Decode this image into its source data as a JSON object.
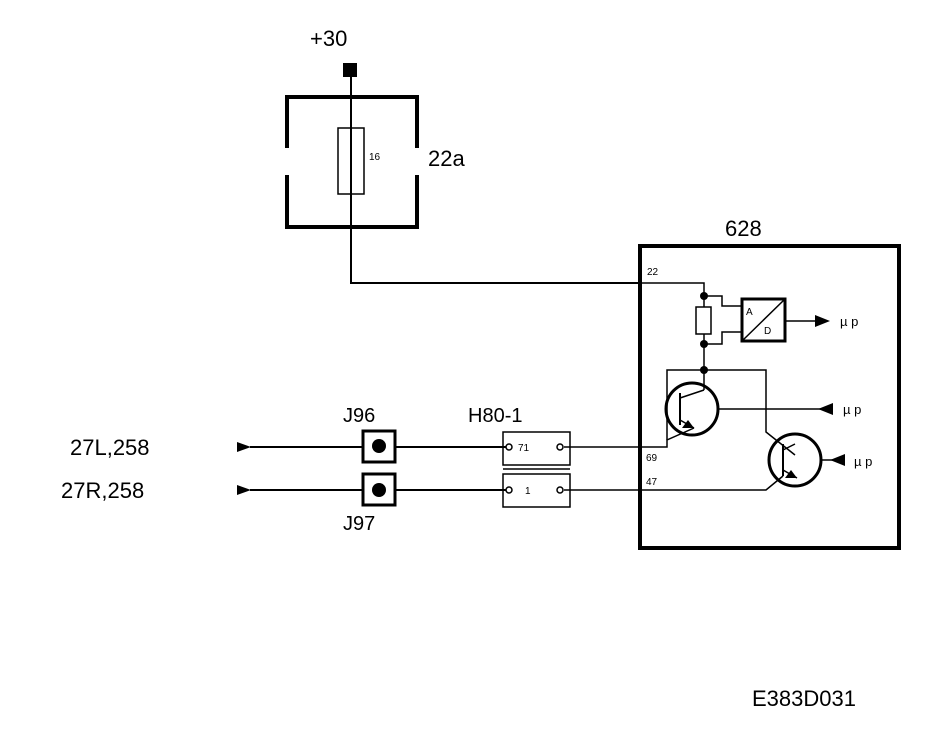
{
  "supply": {
    "label": "+30"
  },
  "fuse_box": {
    "id": "22a",
    "fuse_rating": "16"
  },
  "module": {
    "id": "628",
    "pins": {
      "p22": "22",
      "p69": "69",
      "p47": "47"
    },
    "adc": {
      "a": "A",
      "d": "D"
    },
    "outputs": {
      "mu1": "µ p",
      "mu2": "µ p",
      "mu3": "µ p"
    }
  },
  "connector": {
    "id": "H80-1",
    "pin_top": "71",
    "pin_bottom": "1"
  },
  "junctions": {
    "top": "J96",
    "bottom": "J97"
  },
  "destinations": {
    "left": "27L,258",
    "right": "27R,258"
  },
  "figure_code": "E383D031"
}
